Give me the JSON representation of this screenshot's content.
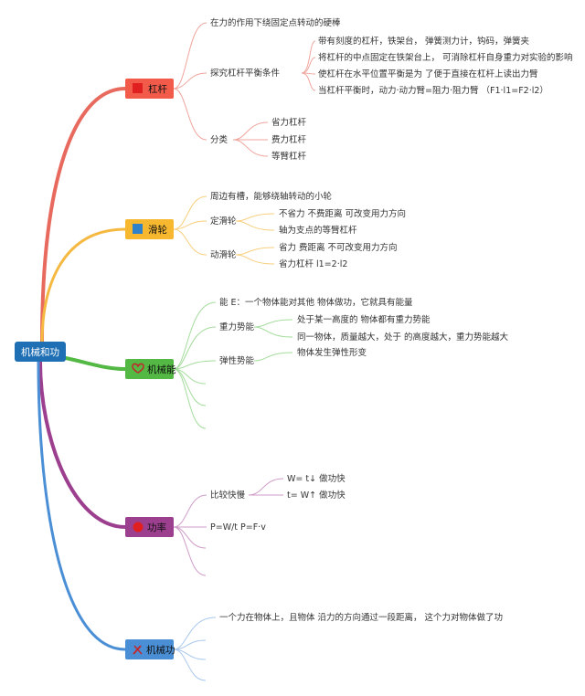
{
  "root": {
    "label": "机械和功",
    "color": "#1f6fb5"
  },
  "branches": [
    {
      "id": "lever",
      "label": "杠杆",
      "color": "#f25b4a",
      "line_color": "#e8695d",
      "icon": "red-square-icon",
      "items": {
        "definition": "在力的作用下绕固定点转动的硬棒",
        "experiment": {
          "label": "探究杠杆平衡条件",
          "children": [
            "带有刻度的杠杆，铁架台， 弹簧测力计，钩码，弹簧夹",
            "将杠杆的中点固定在铁架台上， 可消除杠杆自身重力对实验的影响",
            "使杠杆在水平位置平衡是为 了便于直接在杠杆上读出力臂",
            "当杠杆平衡时，动力·动力臂=阻力·阻力臂 （F1·l1=F2·l2）"
          ]
        },
        "classification": {
          "label": "分类",
          "children": [
            "省力杠杆",
            "费力杠杆",
            "等臂杠杆"
          ]
        }
      }
    },
    {
      "id": "pulley",
      "label": "滑轮",
      "color": "#f7b830",
      "line_color": "#f5b941",
      "icon": "blue-square-icon",
      "items": {
        "definition": "周边有槽，能够绕轴转动的小轮",
        "fixed": {
          "label": "定滑轮",
          "children": [
            "不省力 不费距离 可改变用力方向",
            "轴为支点的等臂杠杆"
          ]
        },
        "movable": {
          "label": "动滑轮",
          "children": [
            "省力 费距离 不可改变用力方向",
            "省力杠杆 l1=2·l2"
          ]
        }
      }
    },
    {
      "id": "mech-energy",
      "label": "机械能",
      "color": "#53b844",
      "line_color": "#66c25a",
      "icon": "heart-icon",
      "items": {
        "definition": "能 E：一个物体能对其他 物体做功，它就具有能量",
        "gravitational": {
          "label": "重力势能",
          "children": [
            "处于某一高度的 物体都有重力势能",
            "同一物体，质量越大，处于 的高度越大，重力势能越大"
          ]
        },
        "elastic": {
          "label": "弹性势能",
          "children": [
            "物体发生弹性形变"
          ]
        }
      }
    },
    {
      "id": "power",
      "label": "功率",
      "color": "#9c3f8f",
      "line_color": "#a24b97",
      "icon": "red-circle-icon",
      "items": {
        "compare": {
          "label": "比较快慢",
          "children": [
            "W= t↓ 做功快",
            "t= W↑ 做功快"
          ]
        },
        "formula": "P=W/t P=F·v"
      }
    },
    {
      "id": "work",
      "label": "机械功",
      "color": "#4a8fd6",
      "line_color": "#7fb0e3",
      "icon": "tools-icon",
      "items": {
        "definition": "一个力在物体上，且物体 沿力的方向通过一段距离， 这个力对物体做了功"
      }
    }
  ]
}
